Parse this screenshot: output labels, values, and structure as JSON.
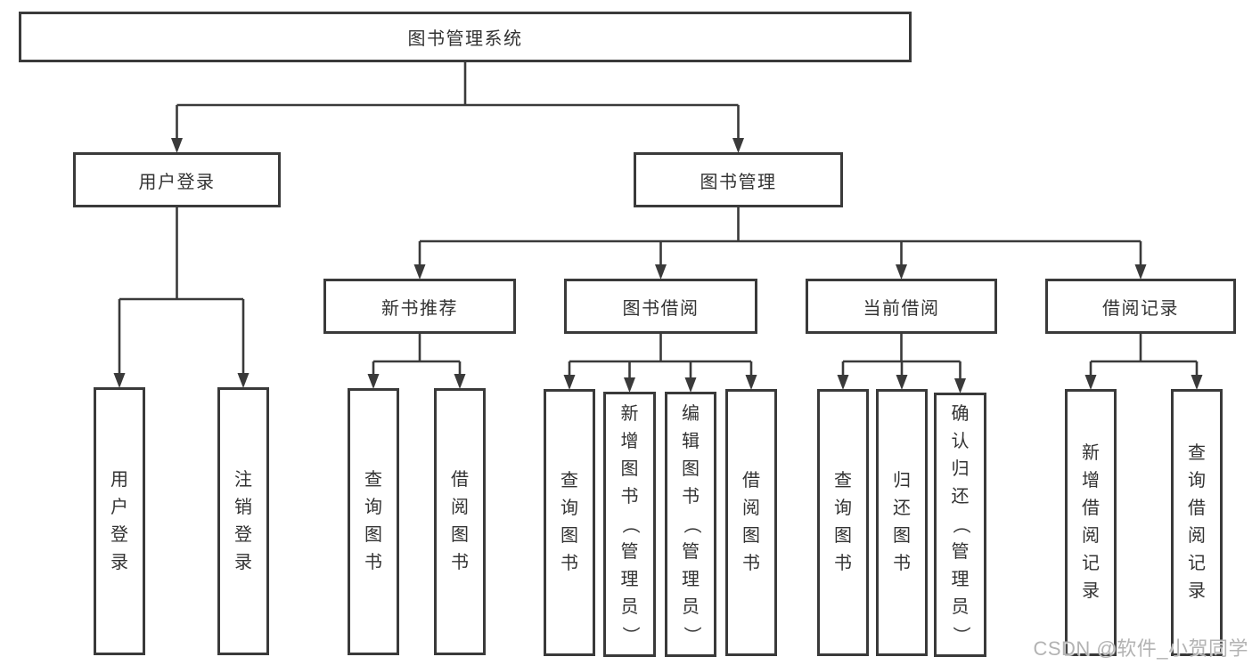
{
  "diagram": {
    "title": "图书管理系统",
    "watermark": "CSDN @软件_小贺同学",
    "colors": {
      "line": "#3a3a3a",
      "box_border": "#3a3a3a",
      "text": "#333333",
      "background": "#ffffff",
      "watermark": "#b3b3b3"
    },
    "nodes": [
      {
        "id": "root",
        "label": "图书管理系统",
        "orientation": "horizontal",
        "level": 1
      },
      {
        "id": "user-login",
        "label": "用户登录",
        "orientation": "horizontal",
        "level": 2
      },
      {
        "id": "book-mgmt",
        "label": "图书管理",
        "orientation": "horizontal",
        "level": 2
      },
      {
        "id": "new-book-rec",
        "label": "新书推荐",
        "orientation": "horizontal",
        "level": 3
      },
      {
        "id": "book-borrow",
        "label": "图书借阅",
        "orientation": "horizontal",
        "level": 3
      },
      {
        "id": "current-borrow",
        "label": "当前借阅",
        "orientation": "horizontal",
        "level": 3
      },
      {
        "id": "borrow-records",
        "label": "借阅记录",
        "orientation": "horizontal",
        "level": 3
      },
      {
        "id": "login",
        "label": "用户登录",
        "orientation": "vertical",
        "level": 4
      },
      {
        "id": "logout",
        "label": "注销登录",
        "orientation": "vertical",
        "level": 4
      },
      {
        "id": "query-book-1",
        "label": "查询图书",
        "orientation": "vertical",
        "level": 4
      },
      {
        "id": "borrow-book-1",
        "label": "借阅图书",
        "orientation": "vertical",
        "level": 4
      },
      {
        "id": "query-book-2",
        "label": "查询图书",
        "orientation": "vertical",
        "level": 4
      },
      {
        "id": "add-book",
        "label": "新增图书（管理员）",
        "orientation": "vertical",
        "level": 4
      },
      {
        "id": "edit-book",
        "label": "编辑图书（管理员）",
        "orientation": "vertical",
        "level": 4
      },
      {
        "id": "borrow-book-2",
        "label": "借阅图书",
        "orientation": "vertical",
        "level": 4
      },
      {
        "id": "query-book-3",
        "label": "查询图书",
        "orientation": "vertical",
        "level": 4
      },
      {
        "id": "return-book",
        "label": "归还图书",
        "orientation": "vertical",
        "level": 4
      },
      {
        "id": "confirm-return",
        "label": "确认归还（管理员）",
        "orientation": "vertical",
        "level": 4
      },
      {
        "id": "add-borrow-record",
        "label": "新增借阅记录",
        "orientation": "vertical",
        "level": 4
      },
      {
        "id": "query-borrow-record",
        "label": "查询借阅记录",
        "orientation": "vertical",
        "level": 4
      }
    ],
    "edges": [
      {
        "from": "root",
        "to": [
          "user-login",
          "book-mgmt"
        ]
      },
      {
        "from": "user-login",
        "to": [
          "login",
          "logout"
        ]
      },
      {
        "from": "book-mgmt",
        "to": [
          "new-book-rec",
          "book-borrow",
          "current-borrow",
          "borrow-records"
        ]
      },
      {
        "from": "new-book-rec",
        "to": [
          "query-book-1",
          "borrow-book-1"
        ]
      },
      {
        "from": "book-borrow",
        "to": [
          "query-book-2",
          "add-book",
          "edit-book",
          "borrow-book-2"
        ]
      },
      {
        "from": "current-borrow",
        "to": [
          "query-book-3",
          "return-book",
          "confirm-return"
        ]
      },
      {
        "from": "borrow-records",
        "to": [
          "add-borrow-record",
          "query-borrow-record"
        ]
      }
    ]
  }
}
